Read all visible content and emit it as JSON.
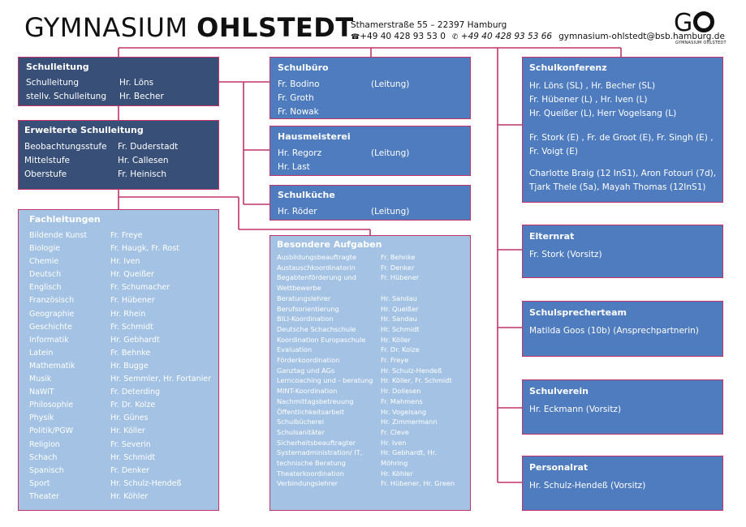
{
  "header": {
    "title_normal": "GYMNASIUM",
    "title_bold": "OHLSTEDT",
    "address": "Sthamerstraße 55  –  22397 Hamburg",
    "phone_icon": "phone-icon",
    "phone": "+49 40 428 93 53 0",
    "fax_icon": "fax-icon",
    "fax": "+49 40 428 93 53 66",
    "email": "gymnasium-ohlstedt@bsb.hamburg.de",
    "logo_letter": "G",
    "logo_subtitle": "GYMNASIUM OHLSTEDT"
  },
  "colors": {
    "dark": "#384f78",
    "mid": "#4e7cbf",
    "light": "#a4c3e4",
    "connector": "#c0346a"
  },
  "schulleitung": {
    "title": "Schulleitung",
    "rows": [
      {
        "k": "Schulleitung",
        "v": "Hr. Löns"
      },
      {
        "k": "stellv. Schulleitung",
        "v": "Hr. Becher"
      }
    ]
  },
  "erweiterte": {
    "title": "Erweiterte Schulleitung",
    "rows": [
      {
        "k": "Beobachtungsstufe",
        "v": "Fr. Duderstadt"
      },
      {
        "k": "Mittelstufe",
        "v": "Hr. Callesen"
      },
      {
        "k": "Oberstufe",
        "v": "Fr. Heinisch"
      }
    ]
  },
  "fachleitungen": {
    "title": "Fachleitungen",
    "rows": [
      {
        "k": "Bildende Kunst",
        "v": "Fr. Freye"
      },
      {
        "k": "Biologie",
        "v": "Fr. Haugk, Fr. Rost"
      },
      {
        "k": "Chemie",
        "v": "Hr. Iven"
      },
      {
        "k": "Deutsch",
        "v": "Hr. Queißer"
      },
      {
        "k": "Englisch",
        "v": "Fr. Schumacher"
      },
      {
        "k": "Französisch",
        "v": "Fr. Hübener"
      },
      {
        "k": "Geographie",
        "v": "Hr. Rhein"
      },
      {
        "k": "Geschichte",
        "v": "Fr. Schmidt"
      },
      {
        "k": "Informatik",
        "v": "Hr. Gebhardt"
      },
      {
        "k": "Latein",
        "v": "Fr. Behnke"
      },
      {
        "k": "Mathematik",
        "v": "Hr. Bugge"
      },
      {
        "k": "Musik",
        "v": "Hr. Semmler, Hr. Fortanier"
      },
      {
        "k": "NaWiT",
        "v": "Fr. Deterding"
      },
      {
        "k": "Philosophie",
        "v": "Fr. Dr. Kolze"
      },
      {
        "k": "Physik",
        "v": "Hr. Günes"
      },
      {
        "k": "Politik/PGW",
        "v": "Hr. Köller"
      },
      {
        "k": "Religion",
        "v": "Fr. Severin"
      },
      {
        "k": "Schach",
        "v": "Hr. Schmidt"
      },
      {
        "k": "Spanisch",
        "v": "Fr. Denker"
      },
      {
        "k": "Sport",
        "v": "Hr. Schulz-Hendeß"
      },
      {
        "k": "Theater",
        "v": "Hr. Köhler"
      }
    ]
  },
  "schulbuero": {
    "title": "Schulbüro",
    "rows": [
      {
        "k": "Fr. Bodino",
        "v": "(Leitung)"
      },
      {
        "k": "Fr. Groth",
        "v": ""
      },
      {
        "k": "Fr. Nowak",
        "v": ""
      }
    ]
  },
  "hausmeisterei": {
    "title": "Hausmeisterei",
    "rows": [
      {
        "k": "Hr. Regorz",
        "v": "(Leitung)"
      },
      {
        "k": "Hr. Last",
        "v": ""
      }
    ]
  },
  "schulkueche": {
    "title": "Schulküche",
    "rows": [
      {
        "k": "Hr. Röder",
        "v": "(Leitung)"
      }
    ]
  },
  "besondere": {
    "title": "Besondere Aufgaben",
    "rows": [
      {
        "k": "Ausbildungsbeauftragte",
        "v": "Fr. Behnke"
      },
      {
        "k": "Austauschkoordinatorin",
        "v": "Fr. Denker"
      },
      {
        "k": "Begabtenförderung und Wettbewerbe",
        "v": "Fr. Hübener"
      },
      {
        "k": "Beratungslehrer",
        "v": "Hr. Sandau"
      },
      {
        "k": "Berufsorientierung",
        "v": "Hr. Queißer"
      },
      {
        "k": "BILI-Koordination",
        "v": "Hr. Sandau"
      },
      {
        "k": "Deutsche Schachschule",
        "v": "Hr. Schmidt"
      },
      {
        "k": "Koordination Europaschule",
        "v": "Hr. Köller"
      },
      {
        "k": "Evaluation",
        "v": "Fr. Dr. Kolze"
      },
      {
        "k": "Förderkoordination",
        "v": "Fr. Freye"
      },
      {
        "k": "Ganztag und AGs",
        "v": "Hr. Schulz-Hendeß"
      },
      {
        "k": "Lerncoaching und - beratung",
        "v": "Hr. Köller, Fr. Schmidt"
      },
      {
        "k": "MINT-Koordination",
        "v": "Hr. Dollesen"
      },
      {
        "k": "Nachmittagsbetreuung",
        "v": "Fr. Mahmens"
      },
      {
        "k": "Öffentlichkeitsarbeit",
        "v": "Hr. Vogelsang"
      },
      {
        "k": "Schulbücherei",
        "v": "Hr. Zimmermann"
      },
      {
        "k": "Schulsanitäter",
        "v": "Fr. Cleve"
      },
      {
        "k": "Sicherheitsbeauftragter",
        "v": "Hr. Iven"
      },
      {
        "k": "Systemadministration/ IT, technische Beratung",
        "v": "Hr. Gebhardt, Hr. Möhring"
      },
      {
        "k": "Theaterkoordination",
        "v": "Hr. Köhler"
      },
      {
        "k": "Verbindungslehrer",
        "v": "Fr. Hübener, Hr. Green"
      }
    ]
  },
  "schulkonferenz": {
    "title": "Schulkonferenz",
    "lines": [
      "Hr. Löns (SL) , Hr. Becher (SL)",
      "Fr. Hübener (L) , Hr. Iven (L)",
      "Hr. Queißer (L), Herr Vogelsang (L)",
      "Fr. Stork  (E) , Fr. de Groot (E),  Fr. Singh  (E) ,",
      "Fr. Voigt (E)",
      "Charlotte Braig (12 InS1), Aron Fotouri (7d),",
      "Tjark Thele (5a), Mayah Thomas (12InS1)"
    ]
  },
  "elternrat": {
    "title": "Elternrat",
    "text": "Fr. Stork (Vorsitz)"
  },
  "schulsprecherteam": {
    "title": "Schulsprecherteam",
    "text": "Matilda Goos (10b) (Ansprechpartnerin)"
  },
  "schulverein": {
    "title": "Schulverein",
    "text": "Hr. Eckmann (Vorsitz)"
  },
  "personalrat": {
    "title": "Personalrat",
    "text": "Hr. Schulz-Hendeß (Vorsitz)"
  }
}
